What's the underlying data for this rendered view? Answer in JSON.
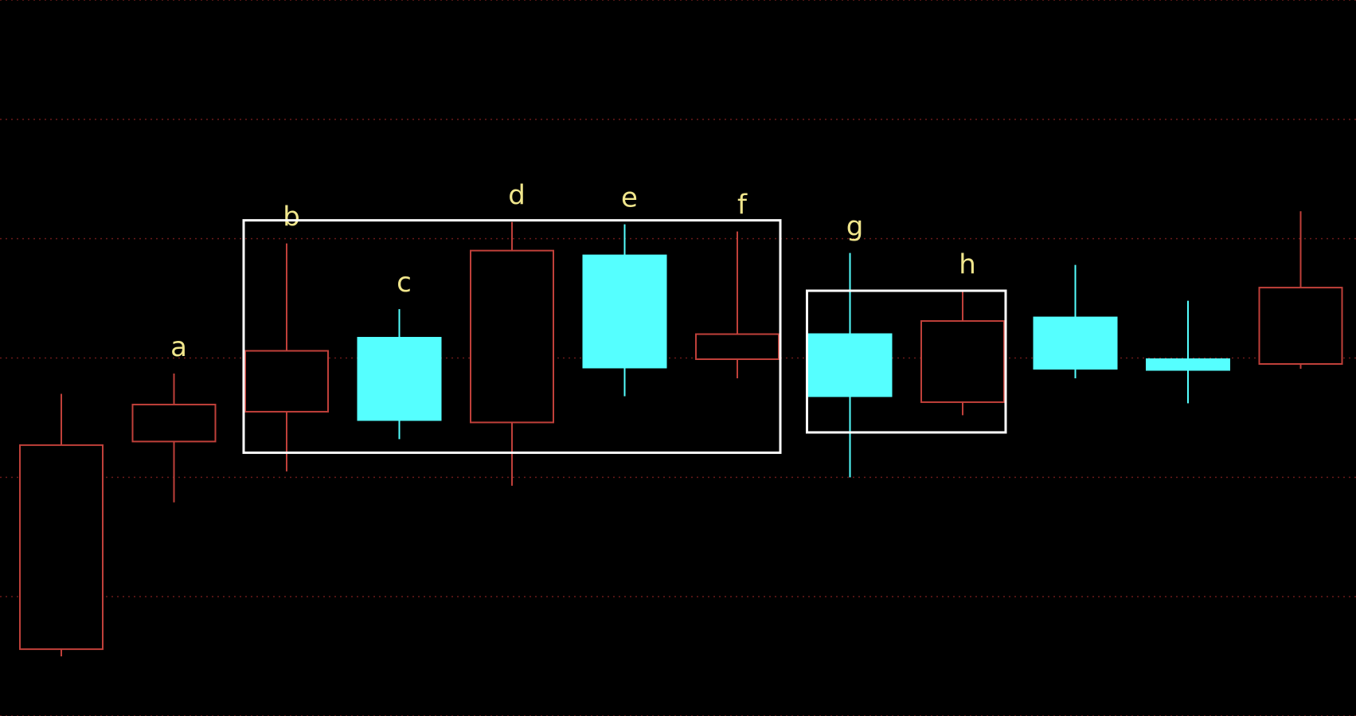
{
  "colors": {
    "background": "#000000",
    "bullish": "#c0403a",
    "bearish": "#55ffff",
    "grid": "#6b1a1a",
    "label": "#f0e68c",
    "highlight": "#ffffff"
  },
  "chart_data": {
    "type": "candlestick",
    "title": "",
    "xlabel": "",
    "ylabel": "",
    "ylim": [
      0,
      6
    ],
    "grid": true,
    "grid_style": "dotted-horizontal",
    "candles": [
      {
        "label": "",
        "open": 0.56,
        "high": 2.7,
        "low": 0.5,
        "close": 2.27,
        "direction": "up"
      },
      {
        "label": "a",
        "open": 2.3,
        "high": 2.87,
        "low": 1.79,
        "close": 2.61,
        "direction": "up"
      },
      {
        "label": "b",
        "open": 2.55,
        "high": 3.96,
        "low": 2.05,
        "close": 3.06,
        "direction": "up"
      },
      {
        "label": "c",
        "open": 3.17,
        "high": 3.41,
        "low": 2.32,
        "close": 2.48,
        "direction": "down"
      },
      {
        "label": "d",
        "open": 2.46,
        "high": 4.14,
        "low": 1.93,
        "close": 3.9,
        "direction": "up"
      },
      {
        "label": "e",
        "open": 3.86,
        "high": 4.12,
        "low": 2.68,
        "close": 2.92,
        "direction": "down"
      },
      {
        "label": "f",
        "open": 2.99,
        "high": 4.06,
        "low": 2.83,
        "close": 3.2,
        "direction": "up"
      },
      {
        "label": "g",
        "open": 3.2,
        "high": 3.88,
        "low": 2.0,
        "close": 2.68,
        "direction": "down"
      },
      {
        "label": "h",
        "open": 2.63,
        "high": 3.56,
        "low": 2.52,
        "close": 3.31,
        "direction": "up"
      },
      {
        "label": "",
        "open": 3.34,
        "high": 3.78,
        "low": 2.83,
        "close": 2.91,
        "direction": "down"
      },
      {
        "label": "",
        "open": 2.99,
        "high": 3.48,
        "low": 2.62,
        "close": 2.9,
        "direction": "down"
      },
      {
        "label": "",
        "open": 2.95,
        "high": 4.23,
        "low": 2.91,
        "close": 3.59,
        "direction": "up"
      }
    ],
    "highlight_groups": [
      {
        "from": "b",
        "to": "f"
      },
      {
        "from": "g",
        "to": "h"
      }
    ]
  }
}
